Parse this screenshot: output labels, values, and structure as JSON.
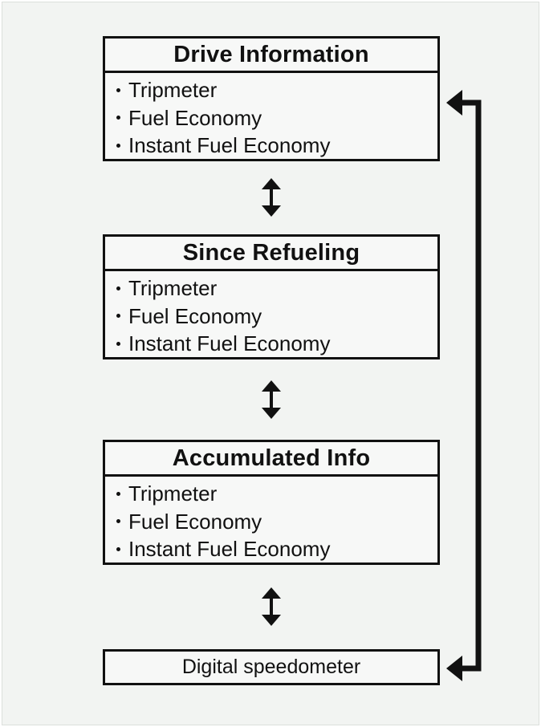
{
  "nodes": [
    {
      "title": "Drive Information",
      "items": [
        "Tripmeter",
        "Fuel Economy",
        "Instant Fuel Economy"
      ]
    },
    {
      "title": "Since Refueling",
      "items": [
        "Tripmeter",
        "Fuel Economy",
        "Instant Fuel Economy"
      ]
    },
    {
      "title": "Accumulated Info",
      "items": [
        "Tripmeter",
        "Fuel Economy",
        "Instant Fuel Economy"
      ]
    }
  ],
  "last_node": {
    "label": "Digital speedometer"
  },
  "edges": [
    {
      "from": "Drive Information",
      "to": "Since Refueling",
      "direction": "bidirectional"
    },
    {
      "from": "Since Refueling",
      "to": "Accumulated Info",
      "direction": "bidirectional"
    },
    {
      "from": "Accumulated Info",
      "to": "Digital speedometer",
      "direction": "bidirectional"
    },
    {
      "from": "Digital speedometer",
      "to": "Drive Information",
      "direction": "loop-back"
    }
  ],
  "colors": {
    "background": "#f2f4f2",
    "stroke": "#111111"
  }
}
